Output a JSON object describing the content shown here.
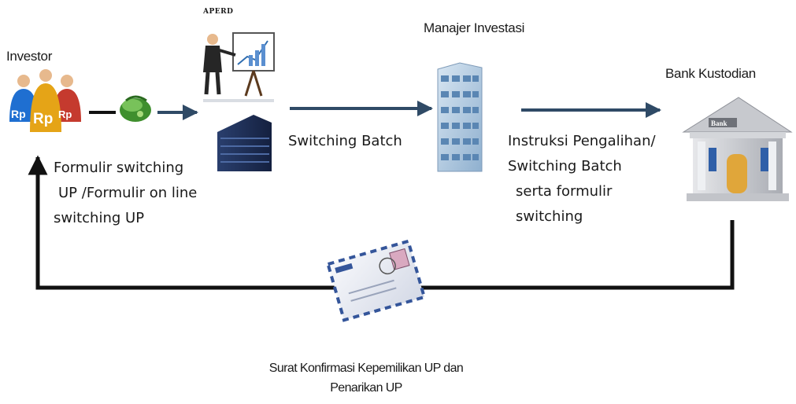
{
  "actors": {
    "investor": "Investor",
    "aperd": "APERD",
    "manajer_investasi": "Manajer Investasi",
    "bank_kustodian": "Bank Kustodian"
  },
  "flows": {
    "investor_to_aperd": [
      "Formulir switching",
      "UP /Formulir on line",
      "switching UP"
    ],
    "aperd_to_mi": "Switching Batch",
    "mi_to_bank": [
      "Instruksi Pengalihan/",
      "Switching Batch",
      "serta formulir",
      "switching"
    ],
    "bank_to_investor": [
      "Surat Konfirmasi Kepemilikan UP dan",
      "Penarikan UP"
    ]
  },
  "icons": {
    "investor": "investor-group-rp-icon",
    "money": "money-bag-icon",
    "aperd_presenter": "presenter-chart-icon",
    "aperd_building": "office-building-icon",
    "manajer_investasi": "skyscraper-icon",
    "bank_kustodian": "bank-icon",
    "envelope": "envelope-icon"
  },
  "icon_text": {
    "rp": "Rp",
    "bank": "Bank"
  },
  "colors": {
    "line": "#111111",
    "arrow_blue": "#2f4a66",
    "rp_blue": "#1f6fd1",
    "rp_gold": "#e5a417",
    "rp_red": "#c53a2e",
    "money_green": "#3f8f2e",
    "building_navy": "#1d2d52",
    "sky_blue": "#7ea7d1",
    "bank_gray": "#b9bcc2",
    "bank_door": "#e0a63a",
    "envelope_blue": "#34559a"
  }
}
